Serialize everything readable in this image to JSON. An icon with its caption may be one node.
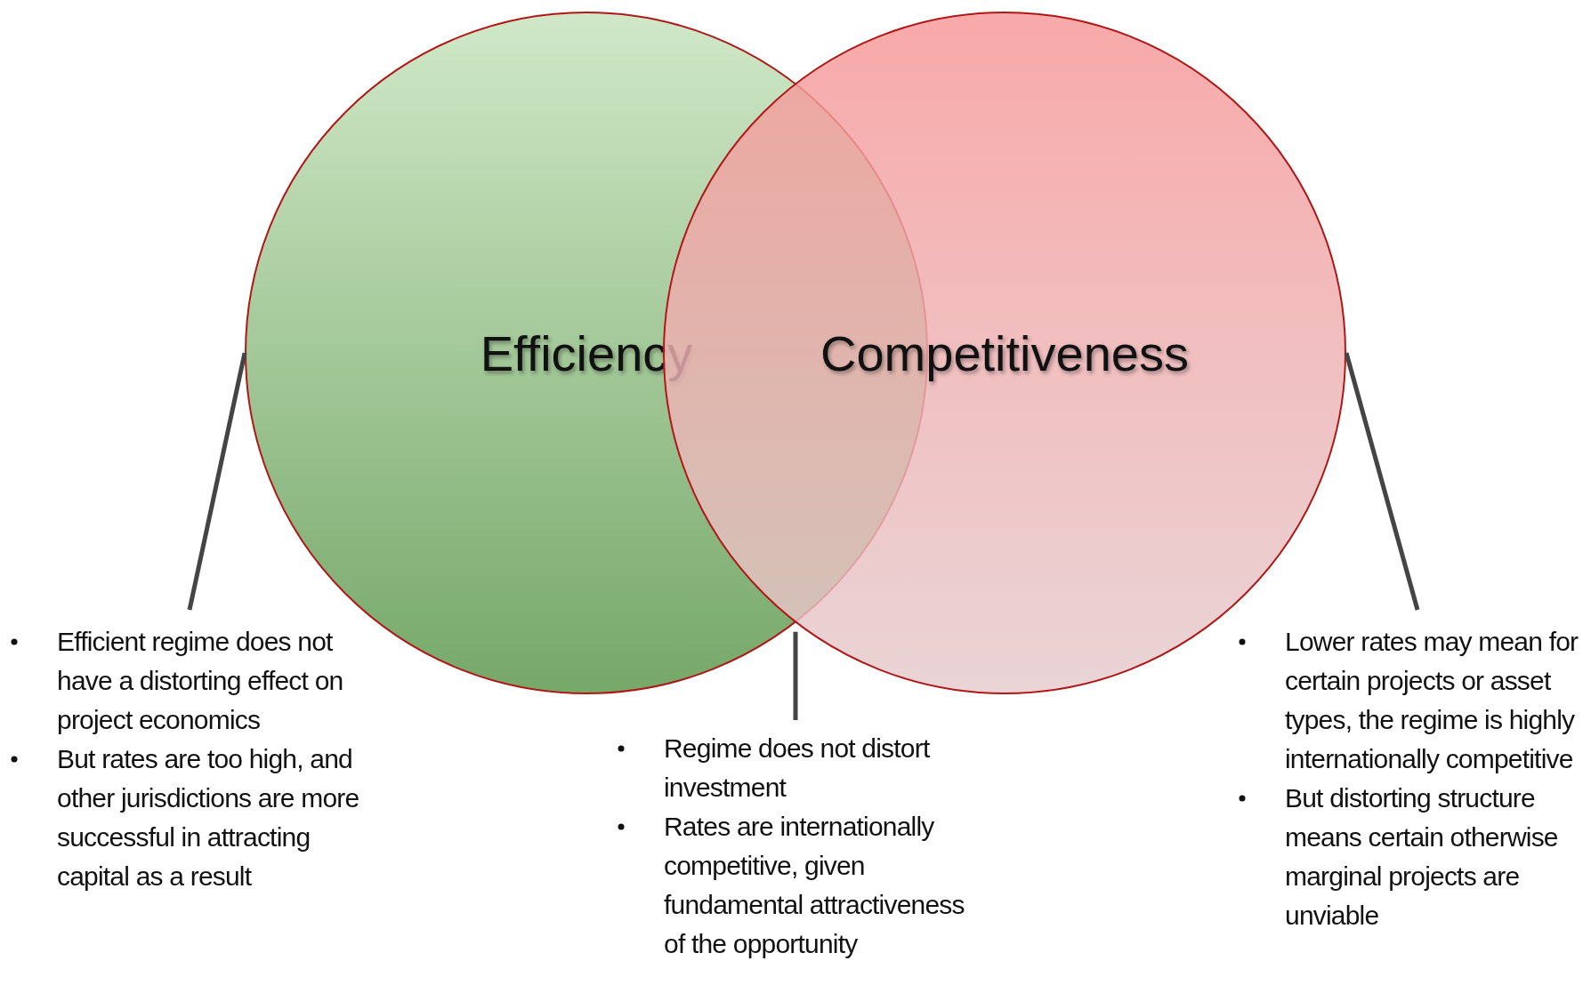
{
  "diagram": {
    "nodes": [
      {
        "text": [
          "Efficiency"
        ]
      },
      {
        "text": [
          "Competitiveness"
        ]
      },
      {
        "text": [
          "Efficient regime does not have a distorting effect on project economics",
          "But rates are too high, and other jurisdictions are more successful in attracting capital as a result"
        ]
      },
      {
        "text": [
          "Regime does not distort investment",
          "Rates are internationally competitive, given fundamental attractiveness of the opportunity"
        ]
      },
      {
        "text": [
          "Lower rates may mean for certain projects or asset types, the regime is highly internationally competitive",
          "But distorting structure means certain otherwise marginal projects are unviable"
        ]
      }
    ],
    "edges": [
      {
        "from": 2,
        "to": 0,
        "arrow": "none"
      },
      {
        "from": 3,
        "to": 0,
        "arrow": "none"
      },
      {
        "from": 4,
        "to": 1,
        "arrow": "none"
      }
    ]
  }
}
